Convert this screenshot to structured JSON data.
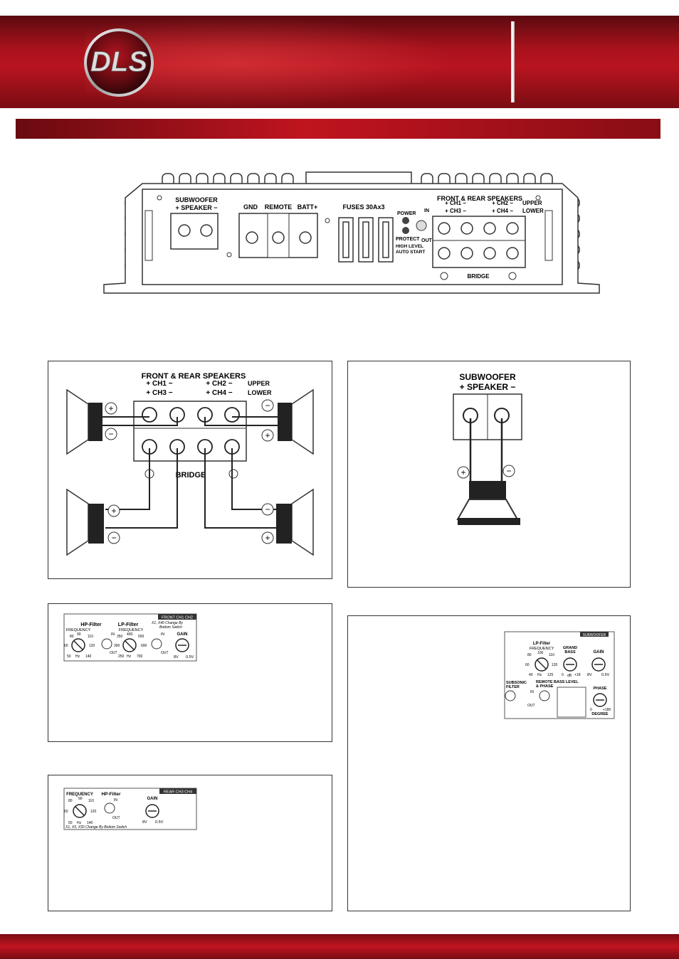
{
  "brand": {
    "logo_text": "DLS",
    "header_color": "#b8141f"
  },
  "amp_panel": {
    "subwoofer_title": "SUBWOOFER",
    "subwoofer_speaker": "+ SPEAKER −",
    "gnd": "GND",
    "remote": "REMOTE",
    "batt": "BATT+",
    "fuses": "FUSES 30Ax3",
    "power": "POWER",
    "protect": "PROTECT",
    "in": "IN",
    "out": "OUT",
    "high_level_1": "HIGH LEVEL",
    "high_level_2": "AUTO START",
    "front_rear": "FRONT & REAR SPEAKERS",
    "ch1": "+ CH1 −",
    "ch2": "+ CH2 −",
    "ch3": "+ CH3 −",
    "ch4": "+ CH4 −",
    "upper": "UPPER",
    "lower": "LOWER",
    "bridge": "BRIDGE",
    "plus": "+",
    "minus": "−"
  },
  "wiring_left": {
    "title": "FRONT & REAR SPEAKERS",
    "ch1": "+ CH1 −",
    "ch2": "+ CH2 −",
    "ch3": "+ CH3 −",
    "ch4": "+ CH4 −",
    "upper": "UPPER",
    "lower": "LOWER",
    "bridge": "BRIDGE",
    "plus": "+",
    "minus": "−"
  },
  "wiring_right": {
    "title": "SUBWOOFER",
    "speaker": "+ SPEAKER −",
    "plus": "+",
    "minus": "−"
  },
  "front_panel": {
    "tag": "FRONT CH1 CH2",
    "hp_filter": "HP-Filter",
    "frequency": "FREQUENCY",
    "hp_ticks": [
      "80",
      "90",
      "110",
      "60",
      "120",
      "50",
      "Hz",
      "140"
    ],
    "lp_filter": "LP-Filter",
    "lp_frequency": "FREQUENCY",
    "lp_ticks": [
      "350",
      "400",
      "500",
      "300",
      "600",
      "250",
      "Hz",
      "700"
    ],
    "in": "IN",
    "out": "OUT",
    "note_1": "X1, X40 Change By",
    "note_2": "Bottom Switch",
    "gain": "GAIN",
    "gain_min": "8V",
    "gain_max": "0.5V"
  },
  "rear_panel": {
    "tag": "REAR CH3 CH4",
    "frequency": "FREQUENCY",
    "ticks": [
      "80",
      "90",
      "110",
      "60",
      "120",
      "50",
      "Hz",
      "140"
    ],
    "hp_filter": "HP-Filter",
    "in": "IN",
    "out": "OUT",
    "gain": "GAIN",
    "gain_min": "8V",
    "gain_max": "0.5V",
    "note": "X1, X5, X50 Change By Bottom Switch"
  },
  "sub_panel": {
    "tag": "SUBWOOFER",
    "lp_filter": "LP-Filter",
    "frequency": "FREQUENCY",
    "ticks": [
      "80",
      "100",
      "110",
      "60",
      "120",
      "40",
      "Hz",
      "125"
    ],
    "grand_bass_1": "GRAND",
    "grand_bass_2": "BASS",
    "grand_ticks": [
      "0",
      "dB",
      "+18"
    ],
    "gain": "GAIN",
    "gain_min": "8V",
    "gain_max": "0.5V",
    "subsonic_1": "SUBSONIC",
    "subsonic_2": "FILTER",
    "in": "IN",
    "out": "OUT",
    "remote_1": "REMOTE BASS LEVEL",
    "remote_2": "& PHASE",
    "phase": "PHASE",
    "phase_ticks": [
      "0",
      "+180"
    ],
    "degree": "DEGREE"
  }
}
